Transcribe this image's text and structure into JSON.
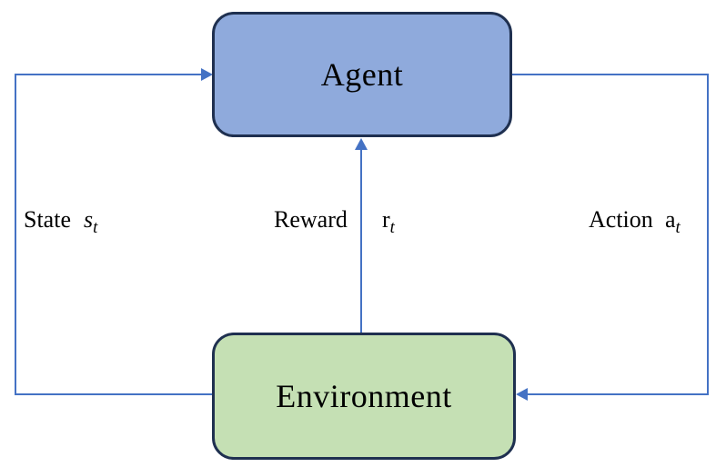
{
  "diagram": {
    "kind": "reinforcement-learning-loop",
    "arrow_color": "#4472C4",
    "border_color": "#1F3050",
    "nodes": {
      "agent": {
        "label": "Agent",
        "fill": "#8FAADC"
      },
      "environment": {
        "label": "Environment",
        "fill": "#C5E0B4"
      }
    },
    "edges": {
      "state": {
        "from": "environment",
        "to": "agent",
        "label": "State",
        "symbol": "s",
        "subscript": "t"
      },
      "reward": {
        "from": "environment",
        "to": "agent",
        "label": "Reward",
        "symbol": "r",
        "subscript": "t"
      },
      "action": {
        "from": "agent",
        "to": "environment",
        "label": "Action",
        "symbol": "a",
        "subscript": "t"
      }
    }
  }
}
